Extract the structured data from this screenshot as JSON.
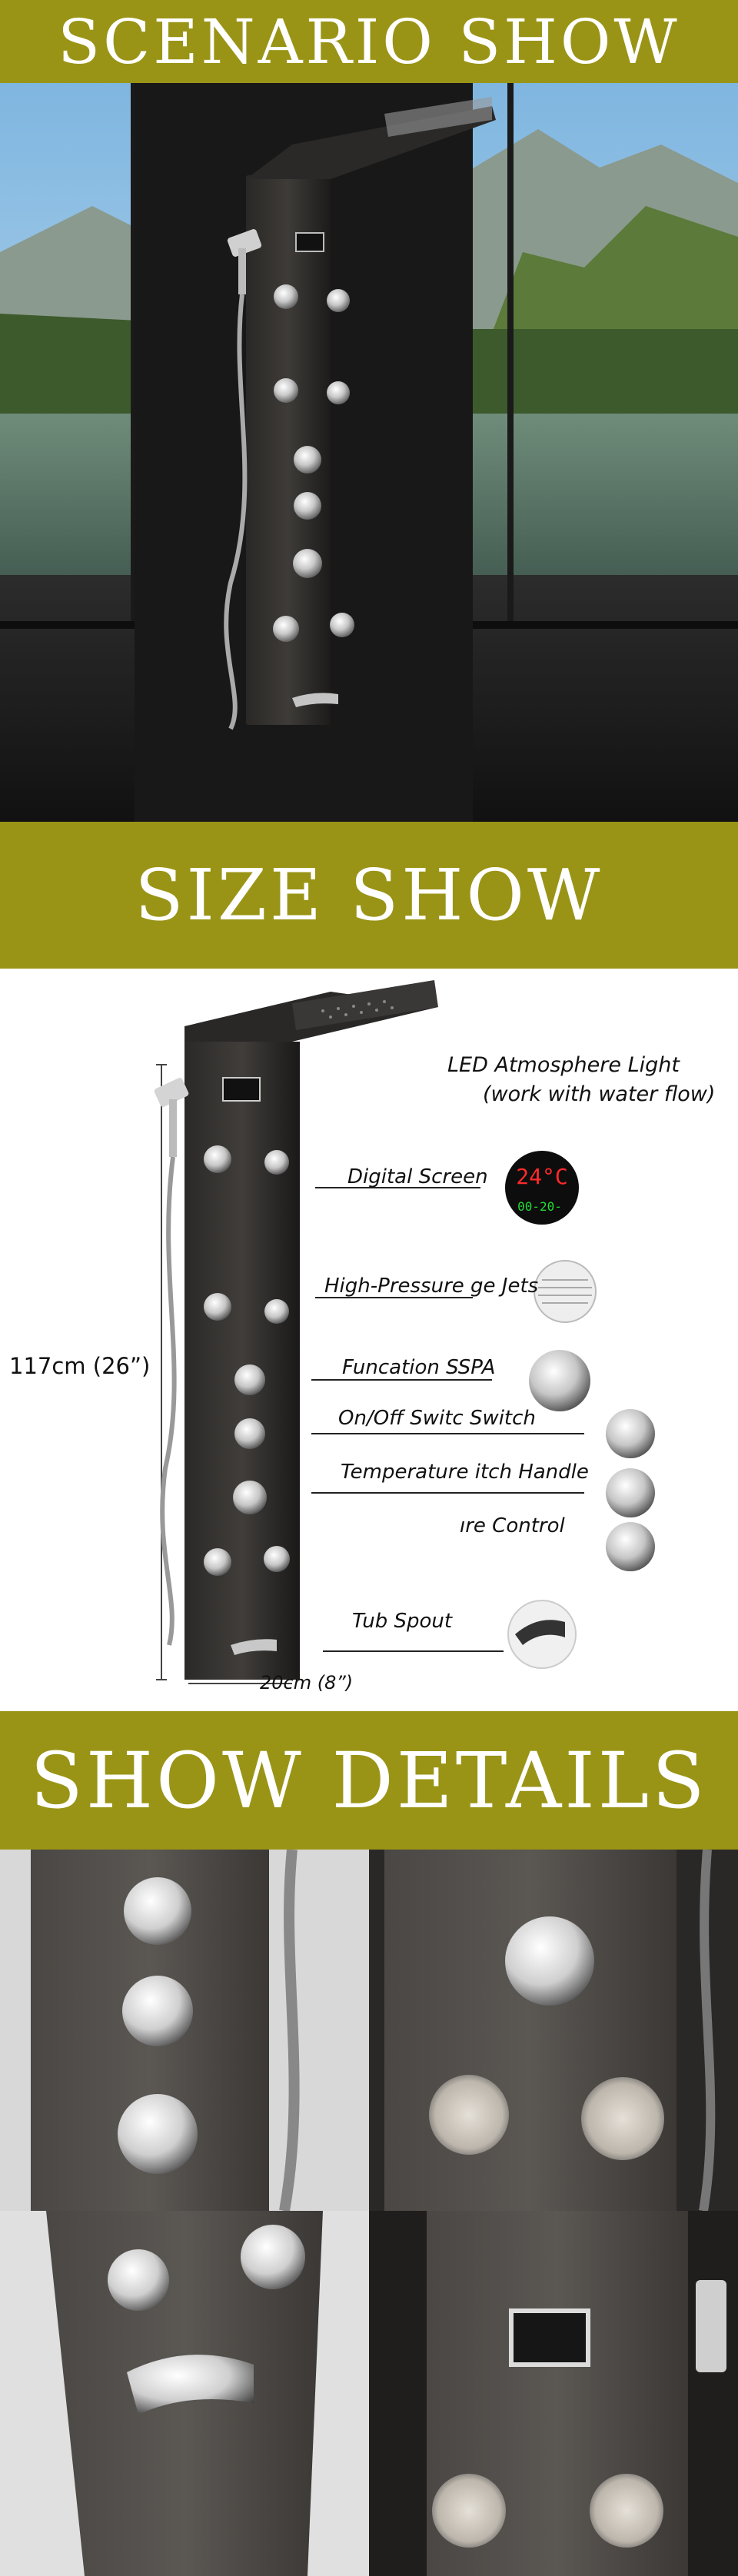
{
  "colors": {
    "banner_bg": "#9a9416",
    "banner_text": "#ffffff",
    "panel_black": "#1b1a19",
    "panel_brushed": "#3b3835",
    "chrome": "#d9d9d9",
    "led_red": "#ff2a2a",
    "led_green": "#22dd33"
  },
  "banners": {
    "scenario": "SCENARIO SHOW",
    "size": "SIZE SHOW",
    "details": "SHOW DETAILS"
  },
  "size_show": {
    "height_dim": "117cm (26”)",
    "width_dim": "20cm (8”)",
    "labels": {
      "led_line1": "LED Atmosphere Light",
      "led_line2": "(work with water flow)",
      "digital_screen": "Digital Screen",
      "jets": "High-Pressure ge Jets",
      "spa": "Funcation SSPA",
      "onoff": "On/Off Switc Switch",
      "temperature": "Temperature itch Handle",
      "control": "ıre Control",
      "tub_spout": "Tub Spout"
    },
    "display": {
      "temp": "24°C",
      "readout": "00-20-"
    }
  },
  "icons": [
    "shower-panel-icon",
    "rain-shower-head-icon",
    "hand-shower-icon",
    "massage-jet-icon",
    "control-knob-icon",
    "tub-spout-icon",
    "digital-display-icon"
  ]
}
